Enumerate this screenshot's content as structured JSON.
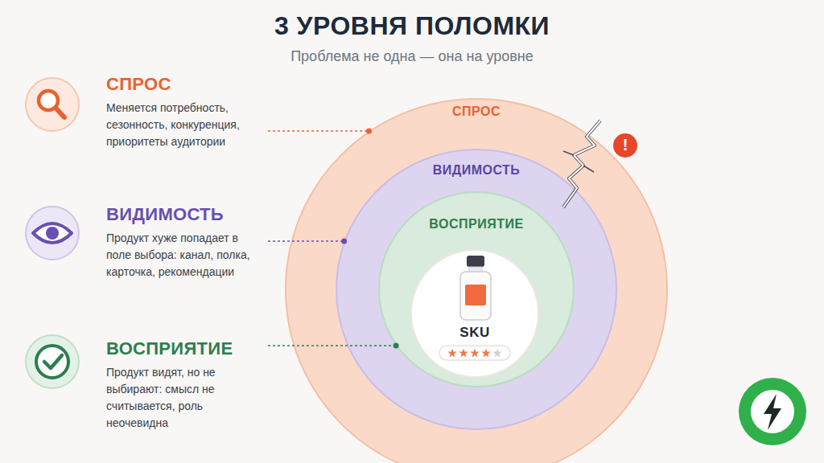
{
  "diagram": {
    "title": "3 УРОВНЯ ПОЛОМКИ",
    "nodes": [
      {
        "text": [
          "СПРОС",
          "Меняется потребность, сезонность, конкуренция, приоритеты аудитории"
        ]
      },
      {
        "text": [
          "ВИДИМОСТЬ",
          "Продукт хуже попадает в поле выбора: канал, полка, карточка, рекомендации"
        ]
      },
      {
        "text": [
          "ВОСПРИЯТИЕ",
          "Продукт видят, но не выбирают: смысл не считывается, роль неочевидна"
        ]
      },
      {
        "text": [
          "СПРОС"
        ]
      },
      {
        "text": [
          "ВИДИМОСТЬ"
        ],
        "in": 3
      },
      {
        "text": [
          "ВОСПРИЯТИЕ"
        ],
        "in": 4
      },
      {
        "text": [
          "SKU"
        ],
        "in": 5
      }
    ],
    "edges": [
      {
        "from": 0,
        "to": 3,
        "arrow": "none"
      },
      {
        "from": 1,
        "to": 4,
        "arrow": "none"
      },
      {
        "from": 2,
        "to": 5,
        "arrow": "none"
      }
    ],
    "labels": [
      "Проблема не одна — она на уровне",
      "!"
    ]
  }
}
